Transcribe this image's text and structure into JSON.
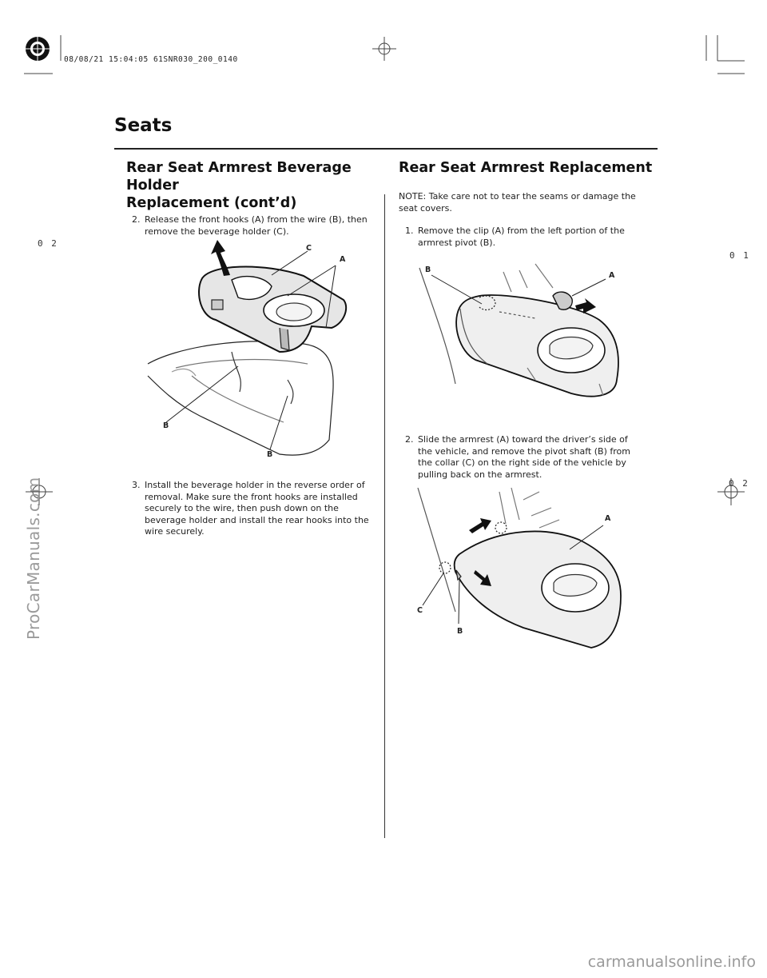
{
  "header": {
    "print_stamp": "08/08/21 15:04:05 61SNR030_200_0140",
    "page_title": "Seats"
  },
  "left_section": {
    "title_line1": "Rear Seat Armrest Beverage Holder",
    "title_line2": "Replacement (cont’d)",
    "step2": {
      "number": "2.",
      "text": "Release the front hooks (A) from the wire (B), then remove the beverage holder (C)."
    },
    "step3": {
      "number": "3.",
      "text": "Install the beverage holder in the reverse order of removal. Make sure the front hooks are installed securely to the wire, then push down on the beverage holder and install the rear hooks into the wire securely."
    },
    "figure_callouts": {
      "c": "C",
      "a": "A",
      "b1": "B",
      "b2": "B"
    }
  },
  "right_section": {
    "title": "Rear Seat Armrest Replacement",
    "note": "NOTE: Take care not to tear the seams or damage the seat covers.",
    "step1": {
      "number": "1.",
      "text": "Remove the clip (A) from the left portion of the armrest pivot (B)."
    },
    "step2": {
      "number": "2.",
      "text": "Slide the armrest (A) toward the driver’s side of the vehicle, and remove the pivot shaft (B) from the collar (C) on the right side of the vehicle by pulling back on the armrest."
    },
    "figure1_callouts": {
      "b": "B",
      "a": "A"
    },
    "figure2_callouts": {
      "a": "A",
      "c": "C",
      "b": "B"
    }
  },
  "margin_codes": {
    "left_top": "0 2",
    "right_top": "0 1",
    "right_bottom": "0 2"
  },
  "watermarks": {
    "left": "ProCarManuals.com",
    "bottom": "carmanualsonline.info"
  },
  "icons": [
    "registration-target-icon",
    "crop-mark-icon",
    "crosshair-icon"
  ]
}
